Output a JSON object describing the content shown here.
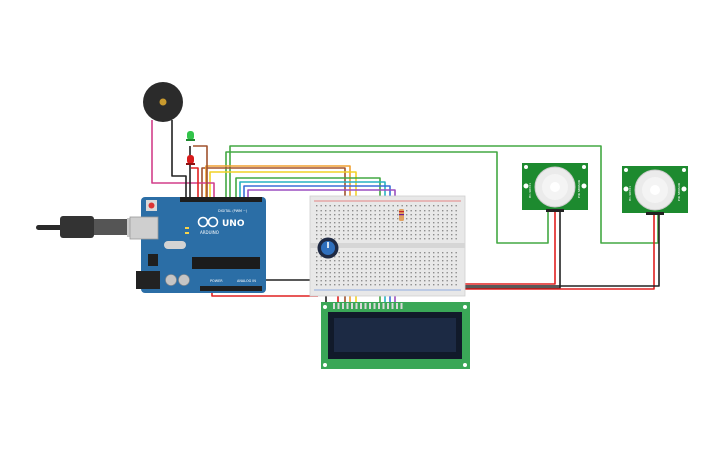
{
  "arduino": {
    "brand": "UNO",
    "sub": "ARDUINO",
    "digital_label": "DIGITAL (PWM ~)",
    "analog_label": "ANALOG IN",
    "power_label": "POWER",
    "color": "#2b6ea6"
  },
  "pir_sensor_1": {
    "label_left": "HC-SR501",
    "label_right": "PIR SENSOR"
  },
  "pir_sensor_2": {
    "label_left": "HC-SR501",
    "label_right": "PIR SENSOR"
  },
  "lcd": {
    "color": "#3aa757",
    "screen": "#1c2a44"
  },
  "wire_colors": {
    "green": "#43a843",
    "orange": "#f0a030",
    "yellow": "#f2d227",
    "blue": "#3b6fd8",
    "purple": "#9b4fc0",
    "red": "#e02020",
    "black": "#222222",
    "pink": "#d23f8a",
    "brown": "#a0522d"
  }
}
